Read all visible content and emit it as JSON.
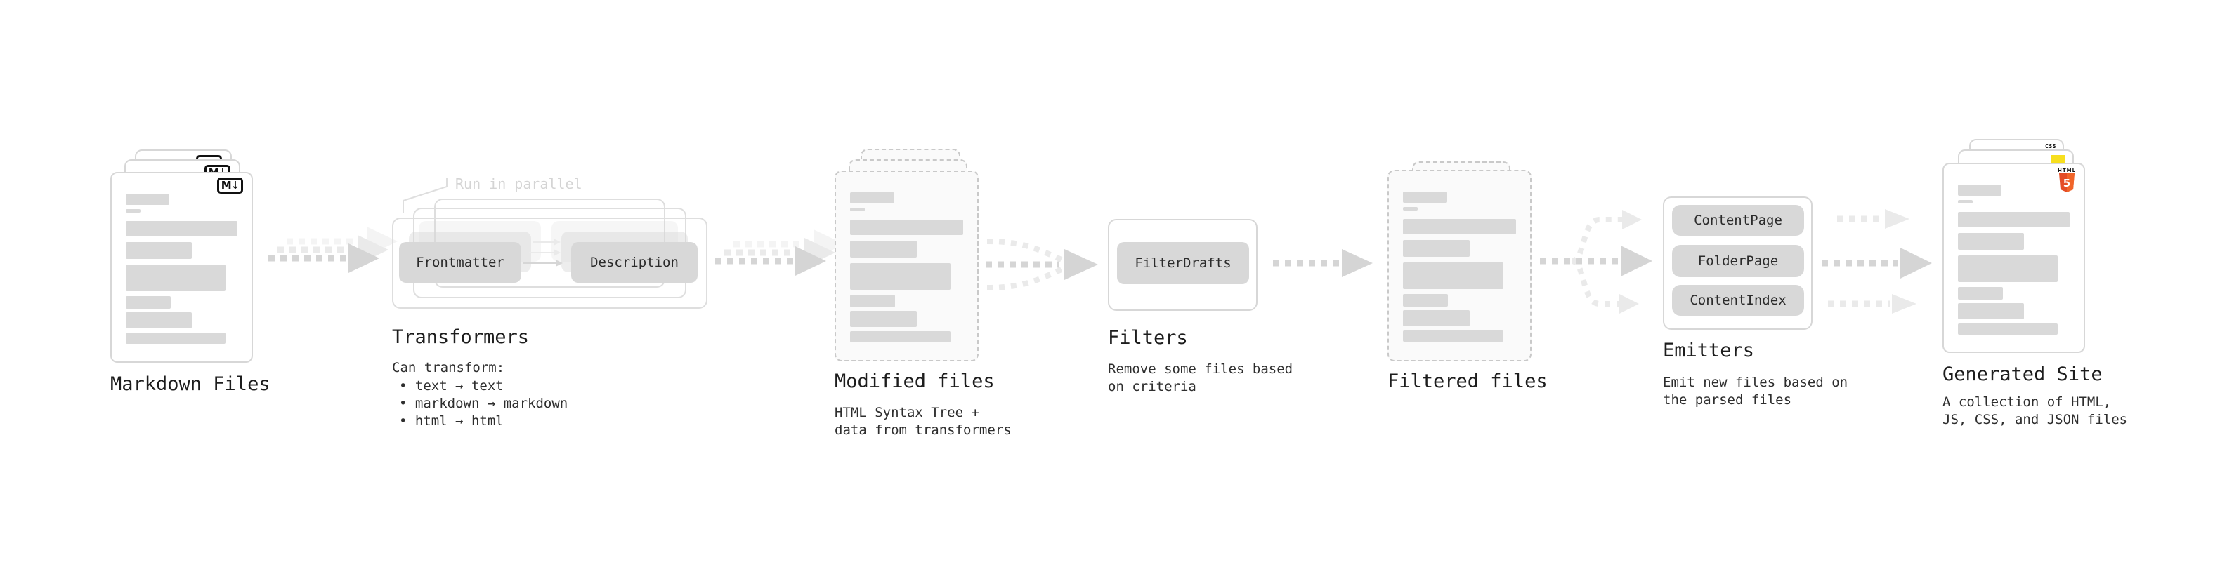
{
  "colors": {
    "page_bg": "#ffffff",
    "card_bg": "#ffffff",
    "card_border": "#d7d7d7",
    "dashed_bg": "#fafafa",
    "dashed_border": "#c9c9c9",
    "skeleton_bar": "#d9d9d9",
    "pill_bg": "#d8d8d8",
    "pill_text": "#2b2b2b",
    "heading_text": "#1d1d1d",
    "body_text": "#2e2e2e",
    "annotation_text": "#d4d4d4",
    "box_border": "#dedede",
    "arrow_primary": "#d5d5d5",
    "arrow_light": "#eaeaea",
    "arrow_lighter": "#f4f4f4",
    "md_badge_ink": "#111111",
    "css_blue": "#2b6ff3",
    "js_yellow": "#f7df1e",
    "html5_orange": "#e44d26",
    "html5_orange_light": "#f16529"
  },
  "stages": {
    "markdown": {
      "label": "Markdown Files",
      "badge": "M↓"
    },
    "transformers": {
      "label": "Transformers",
      "annotation": "Run in parallel",
      "pill_left": "Frontmatter",
      "pill_right": "Description",
      "desc_title": "Can transform:",
      "bullets": [
        "• text → text",
        "• markdown → markdown",
        "• html → html"
      ]
    },
    "modified": {
      "label": "Modified files",
      "desc": [
        "HTML Syntax Tree +",
        "data from transformers"
      ]
    },
    "filters": {
      "label": "Filters",
      "pill": "FilterDrafts",
      "desc": [
        "Remove some files based",
        "on criteria"
      ]
    },
    "filtered": {
      "label": "Filtered files"
    },
    "emitters": {
      "label": "Emitters",
      "pills": [
        "ContentPage",
        "FolderPage",
        "ContentIndex"
      ],
      "desc": [
        "Emit new files based on",
        "the parsed files"
      ]
    },
    "generated": {
      "label": "Generated Site",
      "badge_css": "CSS",
      "badge_html": "HTML",
      "badge_five": "5",
      "desc": [
        "A collection of HTML,",
        "JS, CSS, and JSON files"
      ]
    }
  },
  "skeleton_bars": [
    {
      "w": 39,
      "h": 16,
      "mb": 6
    },
    {
      "w": 13,
      "h": 5,
      "mb": 12
    },
    {
      "w": 100,
      "h": 22,
      "mb": 8
    },
    {
      "w": 59,
      "h": 24,
      "mb": 8
    },
    {
      "w": 89,
      "h": 38,
      "mb": 7
    },
    {
      "w": 40,
      "h": 18,
      "mb": 5
    },
    {
      "w": 59,
      "h": 23,
      "mb": 6
    },
    {
      "w": 89,
      "h": 16,
      "mb": 0
    }
  ]
}
